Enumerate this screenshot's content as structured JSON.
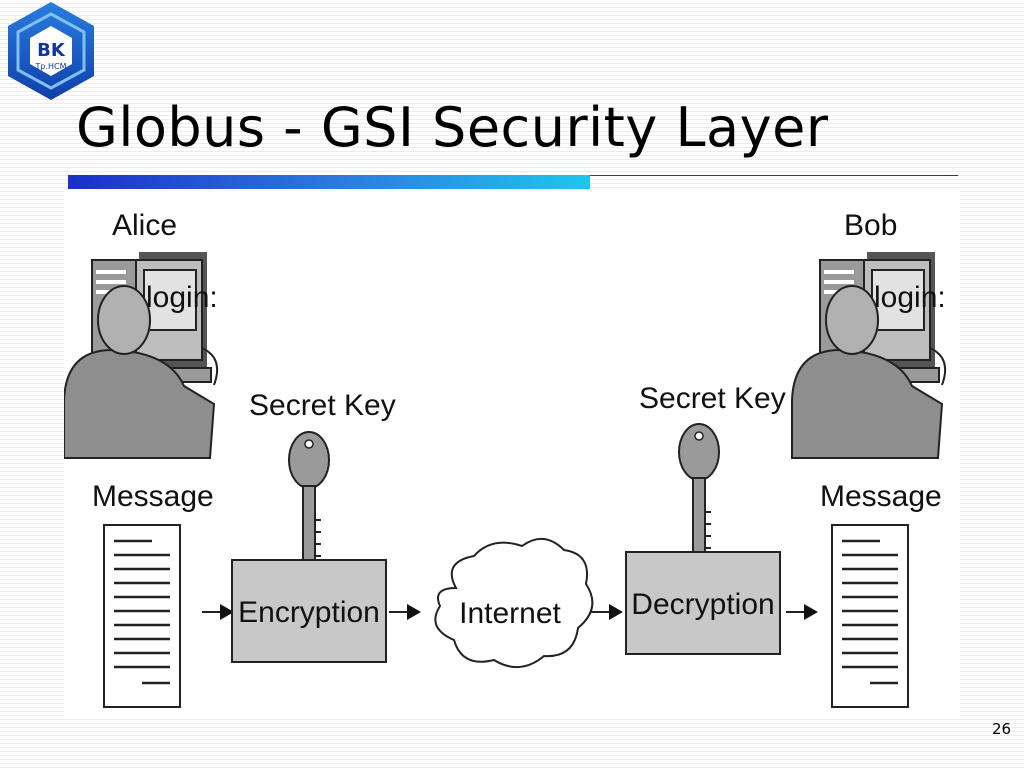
{
  "logo": {
    "text_top": "BK",
    "text_bottom": "Tp.HCM"
  },
  "slide": {
    "title": "Globus - GSI Security Layer",
    "page_number": "26"
  },
  "diagram": {
    "sender_name": "Alice",
    "receiver_name": "Bob",
    "screen_text": "login:",
    "left_key_label": "Secret Key",
    "right_key_label": "Secret Key",
    "left_message_label": "Message",
    "right_message_label": "Message",
    "encryption_label": "Encryption",
    "network_label": "Internet",
    "decryption_label": "Decryption"
  }
}
